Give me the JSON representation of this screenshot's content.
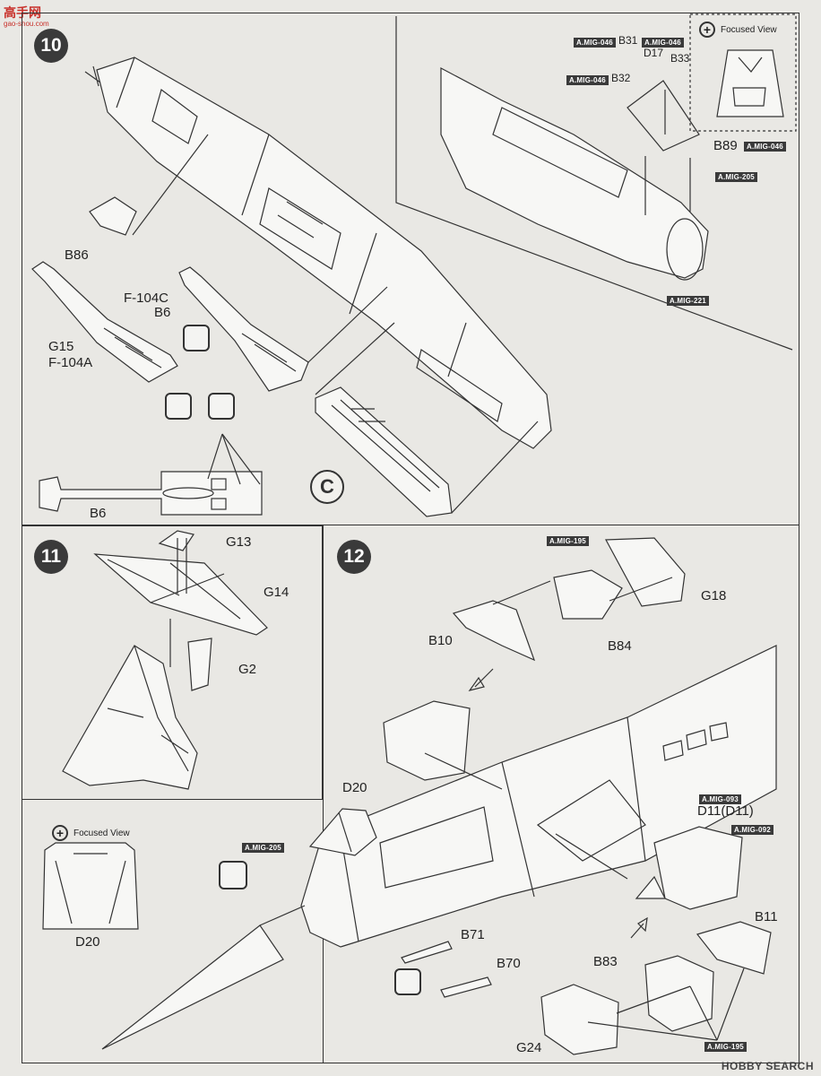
{
  "watermark_top": {
    "text": "高手网",
    "sub": "gao-shou.com"
  },
  "watermark_bottom": "HOBBY SEARCH",
  "steps": {
    "s10": {
      "number": "10"
    },
    "s11": {
      "number": "11"
    },
    "s12": {
      "number": "12"
    }
  },
  "step10": {
    "labels": {
      "b86": "B86",
      "f104c": "F-104C",
      "b6a": "B6",
      "g15": "G15",
      "f104a": "F-104A",
      "b6b": "B6",
      "c": "C"
    },
    "detail": {
      "focused_view": "Focused View",
      "b31": "B31",
      "b32": "B32",
      "b33": "B33",
      "d17": "D17",
      "b89": "B89",
      "tag_046a": "A.MIG-046",
      "tag_046b": "A.MIG-046",
      "tag_046c": "A.MIG-046",
      "tag_046d": "A.MIG-046",
      "tag_205": "A.MIG-205",
      "tag_221": "A.MIG-221"
    }
  },
  "step11": {
    "labels": {
      "g13": "G13",
      "g14": "G14",
      "g2": "G2"
    }
  },
  "step12": {
    "focused_view": "Focused View",
    "labels": {
      "g18": "G18",
      "b10": "B10",
      "b84": "B84",
      "d20": "D20",
      "d20b": "D20",
      "d11": "D11(D11)",
      "b71": "B71",
      "b70": "B70",
      "b11": "B11",
      "b83": "B83",
      "g24": "G24"
    },
    "tags": {
      "t195a": "A.MIG-195",
      "t093": "A.MIG-093",
      "t092": "A.MIG-092",
      "t205": "A.MIG-205",
      "t195b": "A.MIG-195"
    }
  }
}
